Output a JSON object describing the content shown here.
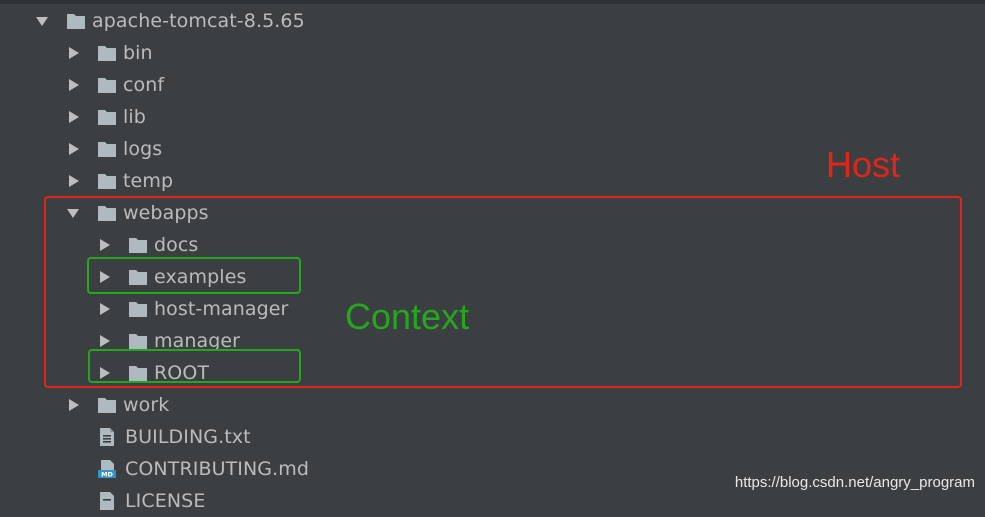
{
  "tree": [
    {
      "label": "apache-tomcat-8.5.65",
      "icon": "folder-icon",
      "expanded": true
    },
    {
      "label": "bin",
      "icon": "folder-icon",
      "expanded": false
    },
    {
      "label": "conf",
      "icon": "folder-icon",
      "expanded": false
    },
    {
      "label": "lib",
      "icon": "folder-icon",
      "expanded": false
    },
    {
      "label": "logs",
      "icon": "folder-icon",
      "expanded": false
    },
    {
      "label": "temp",
      "icon": "folder-icon",
      "expanded": false
    },
    {
      "label": "webapps",
      "icon": "folder-icon",
      "expanded": true
    },
    {
      "label": "docs",
      "icon": "folder-icon",
      "expanded": false
    },
    {
      "label": "examples",
      "icon": "folder-icon",
      "expanded": false
    },
    {
      "label": "host-manager",
      "icon": "folder-icon",
      "expanded": false
    },
    {
      "label": "manager",
      "icon": "folder-icon",
      "expanded": false
    },
    {
      "label": "ROOT",
      "icon": "folder-icon",
      "expanded": false
    },
    {
      "label": "work",
      "icon": "folder-icon",
      "expanded": false
    },
    {
      "label": "BUILDING.txt",
      "icon": "text-file-icon"
    },
    {
      "label": "CONTRIBUTING.md",
      "icon": "markdown-file-icon"
    },
    {
      "label": "LICENSE",
      "icon": "text-file-icon"
    }
  ],
  "annotations": {
    "host": "Host",
    "context": "Context",
    "host_color": "#e2241b",
    "context_color": "#26a61f"
  },
  "watermark": "https://blog.csdn.net/angry_program",
  "colors": {
    "background": "#3c3f41",
    "text": "#bbbbbb",
    "folder": "#aeb9c0",
    "arrow": "#bdbdbd"
  }
}
